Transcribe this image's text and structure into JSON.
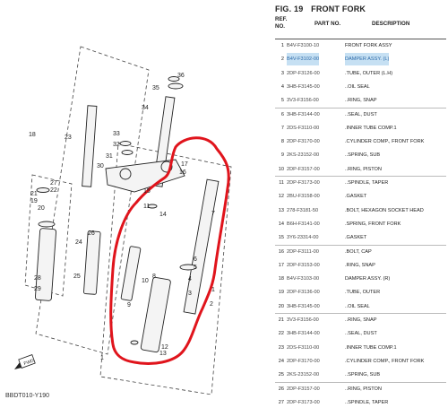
{
  "figure": {
    "label": "FIG. 19",
    "title": "FRONT FORK"
  },
  "columns": {
    "ref": "REF.\nNO.",
    "part": "PART NO.",
    "desc": "DESCRIPTION"
  },
  "diagram_code": "BBDT010-Y190",
  "callouts": [
    "36",
    "35",
    "34",
    "33",
    "32",
    "31",
    "30",
    "18",
    "23",
    "17",
    "16",
    "15",
    "14",
    "11",
    "27",
    "22",
    "21",
    "19",
    "20",
    "26",
    "24",
    "25",
    "28",
    "29",
    "7",
    "6",
    "5",
    "8",
    "9",
    "10",
    "4",
    "3",
    "1",
    "2",
    "12",
    "13",
    "1"
  ],
  "parts": [
    {
      "ref": "1",
      "pn": "B4V-F3100-10",
      "desc": "FRONT FORK ASSY",
      "hl": false
    },
    {
      "ref": "2",
      "pn": "B4V-F3102-00",
      "desc": "DAMPER ASSY. (L)",
      "hl": true
    },
    {
      "ref": "3",
      "pn": "2DP-F3126-00",
      "desc": ".TUBE, OUTER (L.H)",
      "hl": false
    },
    {
      "ref": "4",
      "pn": "3HB-F3145-00",
      "desc": "..OIL SEAL",
      "hl": false
    },
    {
      "ref": "5",
      "pn": "3V3-F3156-00",
      "desc": "..RING, SNAP",
      "hl": false
    },
    {
      "ref": "6",
      "pn": "3HB-F3144-00",
      "desc": "..SEAL, DUST",
      "hl": false
    },
    {
      "ref": "7",
      "pn": "2DS-F3110-00",
      "desc": ".INNER TUBE COMP.1",
      "hl": false
    },
    {
      "ref": "8",
      "pn": "2DP-F3170-00",
      "desc": ".CYLINDER COMP., FRONT FORK",
      "hl": false
    },
    {
      "ref": "9",
      "pn": "2KS-23152-00",
      "desc": "..SPRING, SUB",
      "hl": false
    },
    {
      "ref": "10",
      "pn": "2DP-F3157-00",
      "desc": "..RING, PISTON",
      "hl": false
    },
    {
      "ref": "11",
      "pn": "2DP-F3173-00",
      "desc": "..SPINDLE, TAPER",
      "hl": false
    },
    {
      "ref": "12",
      "pn": "2BU-F3158-00",
      "desc": ".GASKET",
      "hl": false
    },
    {
      "ref": "13",
      "pn": "278-F3181-50",
      "desc": ".BOLT, HEXAGON SOCKET HEAD",
      "hl": false
    },
    {
      "ref": "14",
      "pn": "B6H-F3141-00",
      "desc": ".SPRING, FRONT FORK",
      "hl": false
    },
    {
      "ref": "15",
      "pn": "3Y6-23314-00",
      "desc": ".GASKET",
      "hl": false
    },
    {
      "ref": "16",
      "pn": "2DP-F3111-00",
      "desc": ".BOLT, CAP",
      "hl": false
    },
    {
      "ref": "17",
      "pn": "2DP-F3153-00",
      "desc": ".RING, SNAP",
      "hl": false
    },
    {
      "ref": "18",
      "pn": "B4V-F3103-00",
      "desc": "DAMPER ASSY. (R)",
      "hl": false
    },
    {
      "ref": "19",
      "pn": "2DP-F3136-00",
      "desc": ".TUBE, OUTER",
      "hl": false
    },
    {
      "ref": "20",
      "pn": "3HB-F3145-00",
      "desc": "..OIL SEAL",
      "hl": false
    },
    {
      "ref": "21",
      "pn": "3V3-F3156-00",
      "desc": "..RING, SNAP",
      "hl": false
    },
    {
      "ref": "22",
      "pn": "3HB-F3144-00",
      "desc": "..SEAL, DUST",
      "hl": false
    },
    {
      "ref": "23",
      "pn": "2DS-F3110-00",
      "desc": ".INNER TUBE COMP.1",
      "hl": false
    },
    {
      "ref": "24",
      "pn": "2DP-F3170-00",
      "desc": ".CYLINDER COMP., FRONT FORK",
      "hl": false
    },
    {
      "ref": "25",
      "pn": "2KS-23152-00",
      "desc": "..SPRING, SUB",
      "hl": false
    },
    {
      "ref": "26",
      "pn": "2DP-F3157-00",
      "desc": "..RING, PISTON",
      "hl": false
    },
    {
      "ref": "27",
      "pn": "2DP-F3173-00",
      "desc": "..SPINDLE, TAPER",
      "hl": false
    }
  ]
}
